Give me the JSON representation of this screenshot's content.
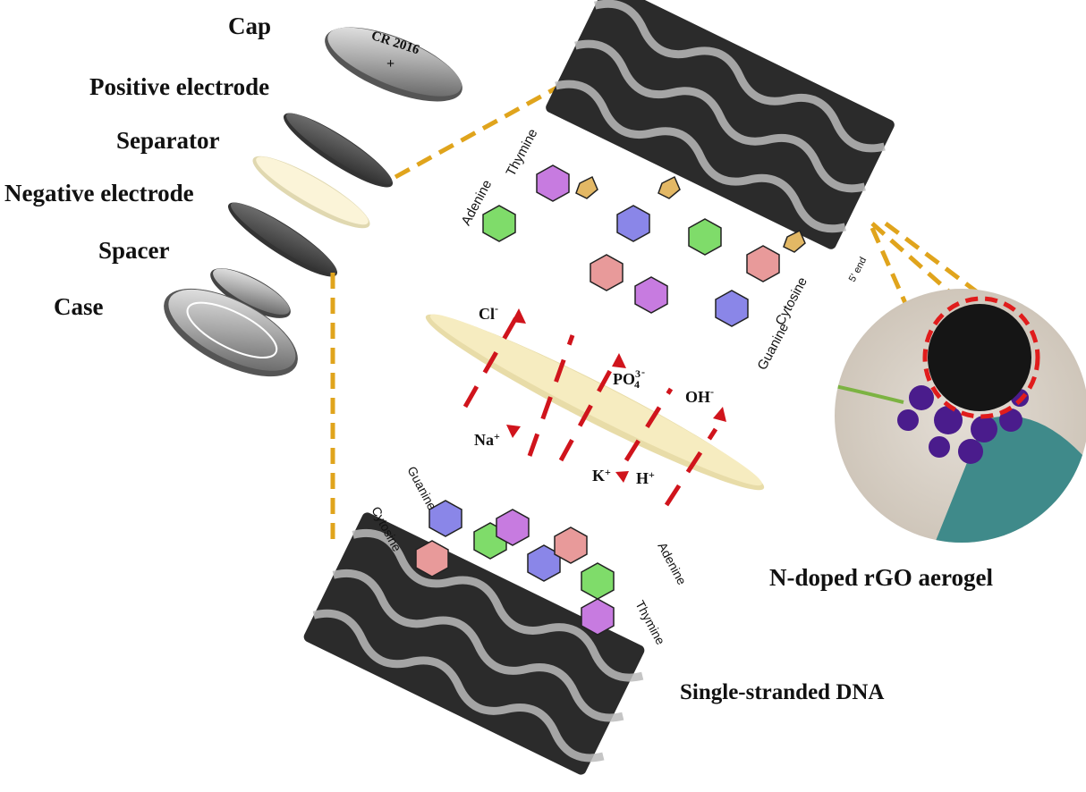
{
  "coin_cell_labels": [
    "Cap",
    "Positive electrode",
    "Separator",
    "Negative electrode",
    "Spacer",
    "Case"
  ],
  "cap_text": {
    "model": "CR 2016",
    "polarity": "+"
  },
  "ions": {
    "cl": "Cl",
    "cl_sup": "-",
    "na": "Na",
    "na_sup": "+",
    "po": "PO",
    "po_sup": "3",
    "po_sub": "4",
    "po_charge": "-",
    "oh": "OH",
    "oh_sup": "-",
    "k": "K",
    "k_sup": "+",
    "h": "H",
    "h_sup": "+"
  },
  "dna_top": {
    "thymine": "Thymine",
    "adenine": "Adenine",
    "cytosine": "Cytosine",
    "guanine": "Guanine",
    "end": "5' end"
  },
  "dna_bottom": {
    "guanine": "Guanine",
    "cytosine": "Cytosine",
    "adenine": "Adenine",
    "thymine": "Thymine"
  },
  "captions": {
    "aerogel": "N-doped rGO aerogel",
    "dna": "Single-stranded DNA"
  },
  "colors": {
    "dashed_connector": "#e0a41c",
    "ion_arrow": "#d0141c",
    "membrane": "#f6ecc0",
    "thymine": "#c77be0",
    "adenine": "#7fdc6a",
    "cytosine": "#e89a9a",
    "guanine": "#8a86e8"
  }
}
